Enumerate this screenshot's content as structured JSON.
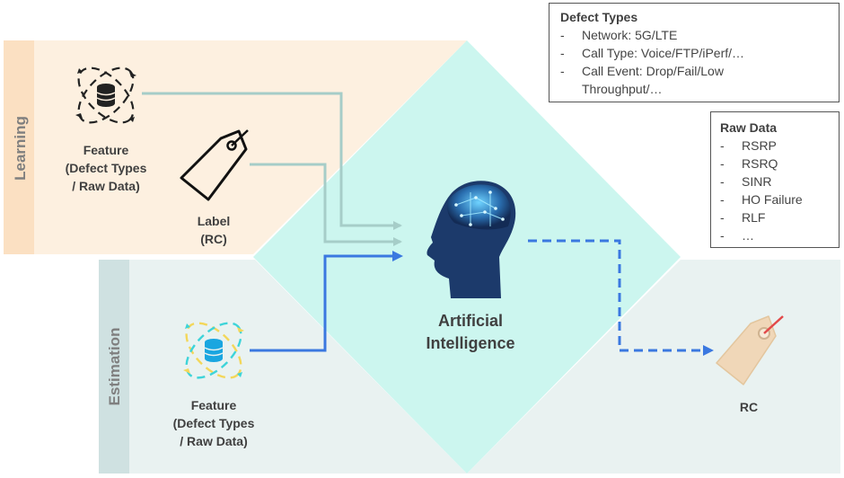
{
  "sections": {
    "learning": "Learning",
    "estimation": "Estimation"
  },
  "learning_feature": {
    "line1": "Feature",
    "line2": "(Defect Types",
    "line3": "/ Raw Data)"
  },
  "learning_label": {
    "line1": "Label",
    "line2": "(RC)"
  },
  "ai": {
    "line1": "Artificial",
    "line2": "Intelligence"
  },
  "estimation_feature": {
    "line1": "Feature",
    "line2": "(Defect Types",
    "line3": "/ Raw Data)"
  },
  "output": {
    "label": "RC"
  },
  "defect_types": {
    "title": "Defect Types",
    "items": [
      "Network: 5G/LTE",
      "Call Type: Voice/FTP/iPerf/…",
      "Call Event: Drop/Fail/Low",
      "Throughput/…"
    ]
  },
  "raw_data": {
    "title": "Raw Data",
    "items": [
      "RSRP",
      "RSRQ",
      "SINR",
      "HO Failure",
      "RLF",
      "…"
    ]
  },
  "colors": {
    "learning_bg": "#fdf0e0",
    "learning_band": "#fbe0c2",
    "estimation_bg": "#e9f2f1",
    "estimation_band": "#cfe1e1",
    "diamond": "#ccf6ef",
    "teal_arrow": "#a6cdc8",
    "blue_arrow": "#3a78e0"
  }
}
